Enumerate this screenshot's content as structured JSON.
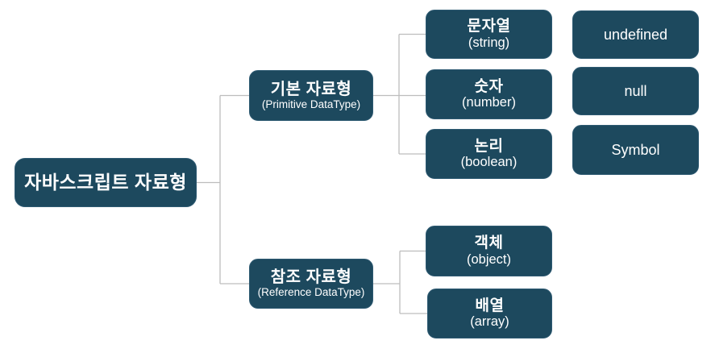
{
  "diagram": {
    "root": {
      "label": "자바스크립트 자료형"
    },
    "branches": [
      {
        "label_ko": "기본 자료형",
        "label_en": "(Primitive DataType)",
        "children": [
          {
            "label_ko": "문자열",
            "label_en": "(string)"
          },
          {
            "label_ko": "숫자",
            "label_en": "(number)"
          },
          {
            "label_ko": "논리",
            "label_en": "(boolean)"
          }
        ]
      },
      {
        "label_ko": "참조 자료형",
        "label_en": "(Reference DataType)",
        "children": [
          {
            "label_ko": "객체",
            "label_en": "(object)"
          },
          {
            "label_ko": "배열",
            "label_en": "(array)"
          }
        ]
      }
    ],
    "standalone_nodes": [
      {
        "label": "undefined"
      },
      {
        "label": "null"
      },
      {
        "label": "Symbol"
      }
    ],
    "colors": {
      "node_fill": "#1d495e",
      "node_border": "#2e5a72",
      "node_text": "#ffffff",
      "connector": "#bdbdbd",
      "background": "#ffffff"
    }
  }
}
